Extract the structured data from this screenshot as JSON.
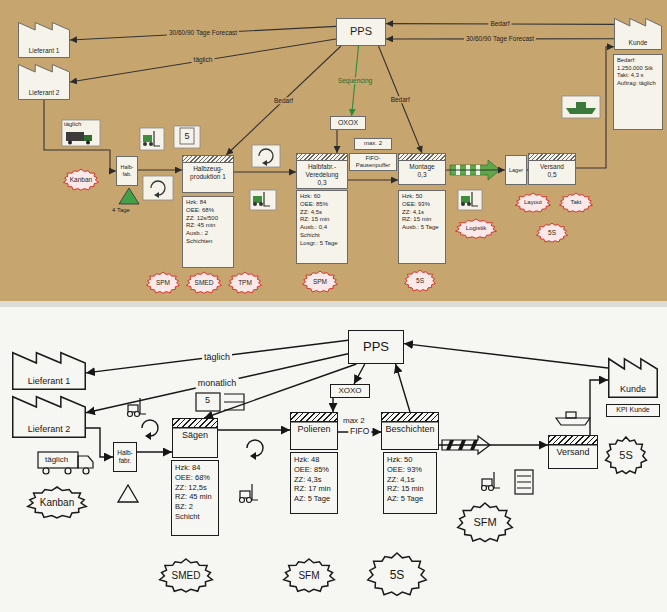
{
  "diagram": {
    "nodes": [
      {
        "text": [
          "Lieferant 1"
        ]
      },
      {
        "text": [
          "Lieferant 2"
        ]
      },
      {
        "text": [
          "PPS"
        ]
      },
      {
        "text": [
          "Kunde"
        ]
      },
      {
        "text": [
          "Bedarf: 1.250.000 Stk",
          "Takt: 4,3 s",
          "Auftrag: täglich"
        ]
      },
      {
        "text": [
          "OXOX"
        ]
      },
      {
        "text": [
          "Kanban"
        ]
      },
      {
        "text": [
          "Halb-fab."
        ]
      },
      {
        "text": [
          "Halbzeug-produktion 1"
        ]
      },
      {
        "text": [
          "Hzk: 84",
          "OEE: 68%",
          "ZZ: 12s/500",
          "RZ: 45 min",
          "Ausb.: 2 Schichten"
        ]
      },
      {
        "text": [
          "Halbfabr.-Veredelung",
          "0,3"
        ]
      },
      {
        "text": [
          "Hzk: 60",
          "OEE: 85%",
          "ZZ: 4,5s",
          "RZ: 15 min",
          "Ausb.: 0,4 Schicht",
          "Losgr.: 5 Tage"
        ]
      },
      {
        "text": [
          "max. 2"
        ]
      },
      {
        "text": [
          "FIFO-Pausenpuffer"
        ]
      },
      {
        "text": [
          "Montage",
          "0,3"
        ]
      },
      {
        "text": [
          "Hzk: 50",
          "OEE: 93%",
          "ZZ: 4,1s",
          "RZ: 15 min",
          "Ausb.: 5 Tage"
        ]
      },
      {
        "text": [
          "Lager"
        ]
      },
      {
        "text": [
          "Versand",
          "0,5"
        ]
      },
      {
        "text": [
          "Layout"
        ]
      },
      {
        "text": [
          "Takt"
        ]
      },
      {
        "text": [
          "Logistik"
        ]
      },
      {
        "text": [
          "5S"
        ]
      },
      {
        "text": [
          "SPM"
        ]
      },
      {
        "text": [
          "SMED"
        ]
      },
      {
        "text": [
          "TPM"
        ]
      },
      {
        "text": [
          "SPM"
        ]
      },
      {
        "text": [
          "5S"
        ]
      },
      {
        "text": [
          "Lieferant 1"
        ]
      },
      {
        "text": [
          "Lieferant 2"
        ]
      },
      {
        "text": [
          "PPS"
        ]
      },
      {
        "text": [
          "Kunde"
        ]
      },
      {
        "text": [
          "KPI Kunde"
        ]
      },
      {
        "text": [
          "XOXO"
        ]
      },
      {
        "text": [
          "Halb-fabr."
        ]
      },
      {
        "text": [
          "Sägen"
        ]
      },
      {
        "text": [
          "Hzk: 84",
          "OEE: 68%",
          "ZZ: 12,5s",
          "RZ: 45 min",
          "BZ: 2 Schicht"
        ]
      },
      {
        "text": [
          "Polieren"
        ]
      },
      {
        "text": [
          "Hzk: 48",
          "OEE: 85%",
          "ZZ: 4,3s",
          "RZ: 17 min",
          "AZ: 5 Tage"
        ]
      },
      {
        "text": [
          "Beschichten"
        ]
      },
      {
        "text": [
          "Hzk: 50",
          "OEE: 93%",
          "ZZ: 4,1s",
          "RZ: 15 min",
          "AZ: 5 Tage"
        ]
      },
      {
        "text": [
          "Versand"
        ]
      },
      {
        "text": [
          "5S"
        ]
      },
      {
        "text": [
          "Kanban"
        ]
      },
      {
        "text": [
          "SFM"
        ]
      },
      {
        "text": [
          "5S"
        ]
      },
      {
        "text": [
          "SMED"
        ]
      },
      {
        "text": [
          "SFM"
        ]
      }
    ],
    "edges": [
      {
        "from": 2,
        "to": 0,
        "label": "30/60/90 Tage Forecast",
        "arrow": "to"
      },
      {
        "from": 2,
        "to": 1,
        "label": "täglich",
        "arrow": "to"
      },
      {
        "from": 3,
        "to": 2,
        "label": "Bedarf",
        "arrow": "to"
      },
      {
        "from": 3,
        "to": 2,
        "label": "30/60/90 Tage Forecast",
        "arrow": "to"
      },
      {
        "from": 2,
        "to": 8,
        "label": "Bedarf",
        "arrow": "to"
      },
      {
        "from": 2,
        "to": 5,
        "label": "Sequencing",
        "arrow": "to"
      },
      {
        "from": 2,
        "to": 14,
        "label": "Bedarf",
        "arrow": "to"
      },
      {
        "from": 5,
        "to": 10,
        "arrow": "to"
      },
      {
        "from": 8,
        "to": 10,
        "arrow": "to"
      },
      {
        "from": 10,
        "to": 14,
        "arrow": "to"
      },
      {
        "from": 14,
        "to": 16,
        "arrow": "to"
      },
      {
        "from": 16,
        "to": 17,
        "arrow": "to"
      },
      {
        "from": 17,
        "to": 3,
        "arrow": "to"
      },
      {
        "from": 1,
        "to": 7,
        "arrow": "to"
      },
      {
        "from": 7,
        "to": 8,
        "arrow": "to"
      },
      {
        "from": 29,
        "to": 27,
        "label": "täglich",
        "arrow": "to"
      },
      {
        "from": 29,
        "to": 28,
        "label": "monatlich",
        "arrow": "to"
      },
      {
        "from": 30,
        "to": 29,
        "arrow": "to"
      },
      {
        "from": 29,
        "to": 34,
        "arrow": "to"
      },
      {
        "from": 29,
        "to": 32,
        "arrow": "to"
      },
      {
        "from": 32,
        "to": 36,
        "arrow": "to"
      },
      {
        "from": 38,
        "to": 29,
        "arrow": "to"
      },
      {
        "from": 34,
        "to": 36,
        "arrow": "to"
      },
      {
        "from": 36,
        "to": 38,
        "label": "FIFO",
        "arrow": "to"
      },
      {
        "from": 38,
        "to": 40,
        "arrow": "to"
      },
      {
        "from": 40,
        "to": 30,
        "arrow": "to"
      },
      {
        "from": 28,
        "to": 33,
        "arrow": "to"
      },
      {
        "from": 33,
        "to": 34,
        "arrow": "to"
      }
    ],
    "labels": [
      "täglich",
      "4 Tage",
      "5",
      "täglich",
      "5",
      "max 2"
    ]
  }
}
